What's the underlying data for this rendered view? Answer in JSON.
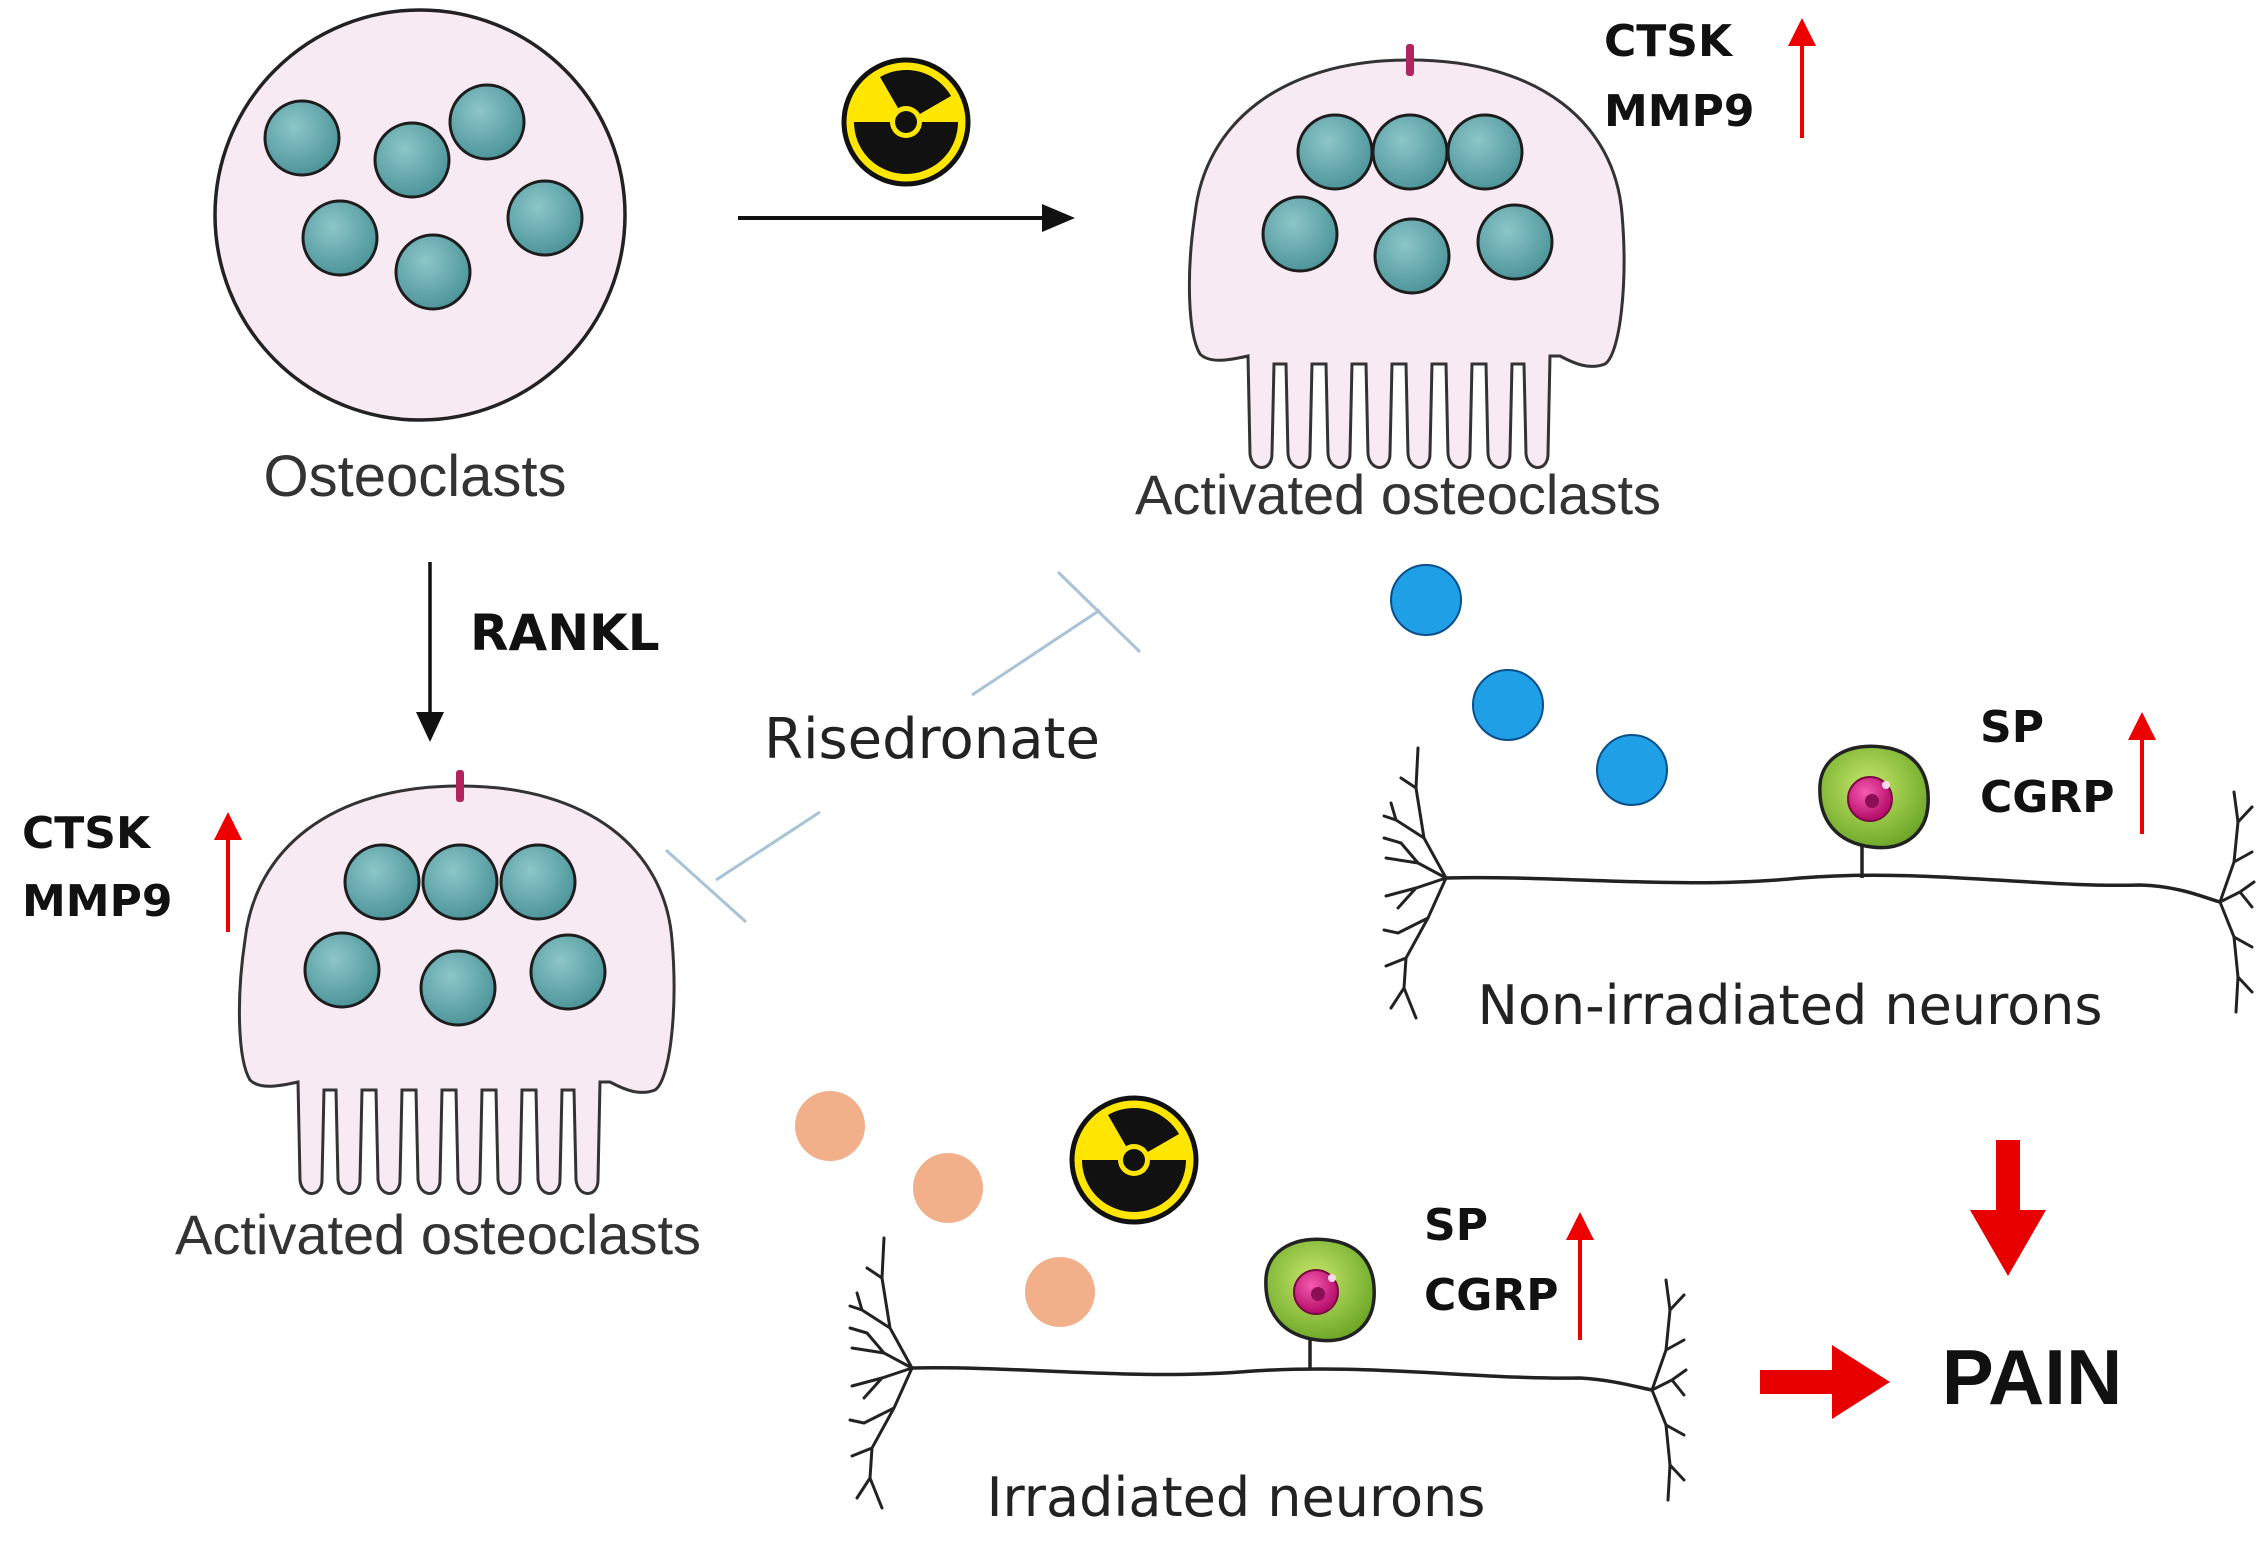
{
  "labels": {
    "osteoclasts": "Osteoclasts",
    "activated_top": "Activated osteoclasts",
    "activated_bottom": "Activated osteoclasts",
    "rankl": "RANKL",
    "risedronate": "Risedronate",
    "non_irradiated": "Non-irradiated neurons",
    "irradiated": "Irradiated neurons",
    "pain": "PAIN"
  },
  "markers": {
    "top_right": [
      "CTSK",
      "MMP9"
    ],
    "left": [
      "CTSK",
      "MMP9"
    ],
    "neuron_top": [
      "SP",
      "CGRP"
    ],
    "neuron_bottom": [
      "SP",
      "CGRP"
    ]
  },
  "icons": [
    "radiation-icon",
    "up-arrow-icon",
    "inhibition-icon",
    "neuron-icon",
    "osteoclast-icon"
  ],
  "colors": {
    "nucleus": "#5fa8ad",
    "cell_fill": "#f7eaf3",
    "up_arrow": "#ee0000",
    "pain_arrow": "#e80000",
    "inhibition": "#a9c3d6",
    "blue_dot": "#1f9fe6",
    "orange_dot": "#f2b08a",
    "neuron_body": "#92c83e",
    "neuron_nucleus": "#d6208a",
    "radiation_yellow": "#ffe600"
  }
}
